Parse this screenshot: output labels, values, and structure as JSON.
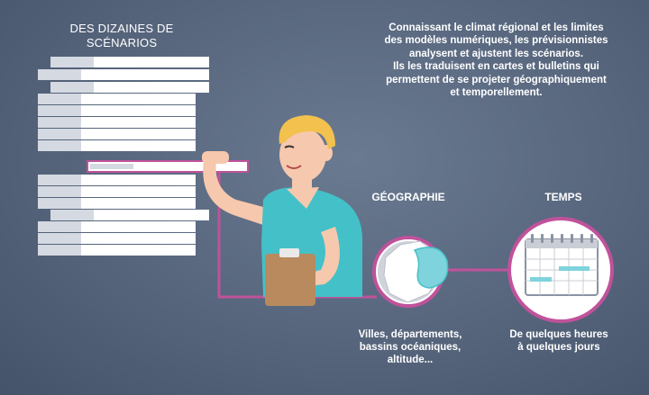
{
  "scenarios": {
    "title_line1": "DES DIZAINES DE",
    "title_line2": "SCÉNARIOS"
  },
  "description": {
    "line1": "Connaissant le climat régional et les limites",
    "line2": "des modèles numériques, les prévisionnistes",
    "line3": "analysent et ajustent les scénarios.",
    "line4": "Ils les traduisent en cartes et bulletins qui",
    "line5": "permettent de se projeter géographiquement",
    "line6": "et temporellement."
  },
  "geography": {
    "label": "GÉOGRAPHIE",
    "caption_line1": "Villes, départements,",
    "caption_line2": "bassins océaniques,",
    "caption_line3": "altitude..."
  },
  "time": {
    "label": "TEMPS",
    "caption_line1": "De quelques heures",
    "caption_line2": "à quelques jours"
  },
  "colors": {
    "accent": "#c0529b",
    "shirt": "#44c0c8",
    "clipboard": "#b88a5e",
    "hair": "#f2c14e"
  }
}
